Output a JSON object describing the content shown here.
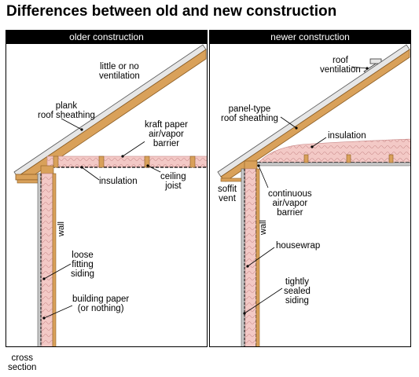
{
  "title": "Differences between old and new construction",
  "left_panel": {
    "header": "older construction",
    "labels": {
      "ventilation": "little or no\nventilation",
      "sheathing": "plank\nroof sheathing",
      "barrier": "kraft paper\nair/vapor\nbarrier",
      "insulation": "insulation",
      "joist": "ceiling\njoist",
      "wall": "wall",
      "siding": "loose\nfitting\nsiding",
      "paper": "building paper\n(or nothing)"
    }
  },
  "right_panel": {
    "header": "newer construction",
    "labels": {
      "vent": "roof\nventilation",
      "sheathing": "panel-type\nroof sheathing",
      "insulation": "insulation",
      "soffit": "soffit\nvent",
      "barrier": "continuous\nair/vapor\nbarrier",
      "wall": "wall",
      "housewrap": "housewrap",
      "siding": "tightly\nsealed\nsiding"
    }
  },
  "footer": "cross\nsection",
  "colors": {
    "wood": "#d9a15a",
    "wood_dark": "#b7813e",
    "insulation": "#f3c9c6",
    "insulation_line": "#c98a8a",
    "roof": "#e6e6e6",
    "wall_grey": "#c9c9c9"
  }
}
